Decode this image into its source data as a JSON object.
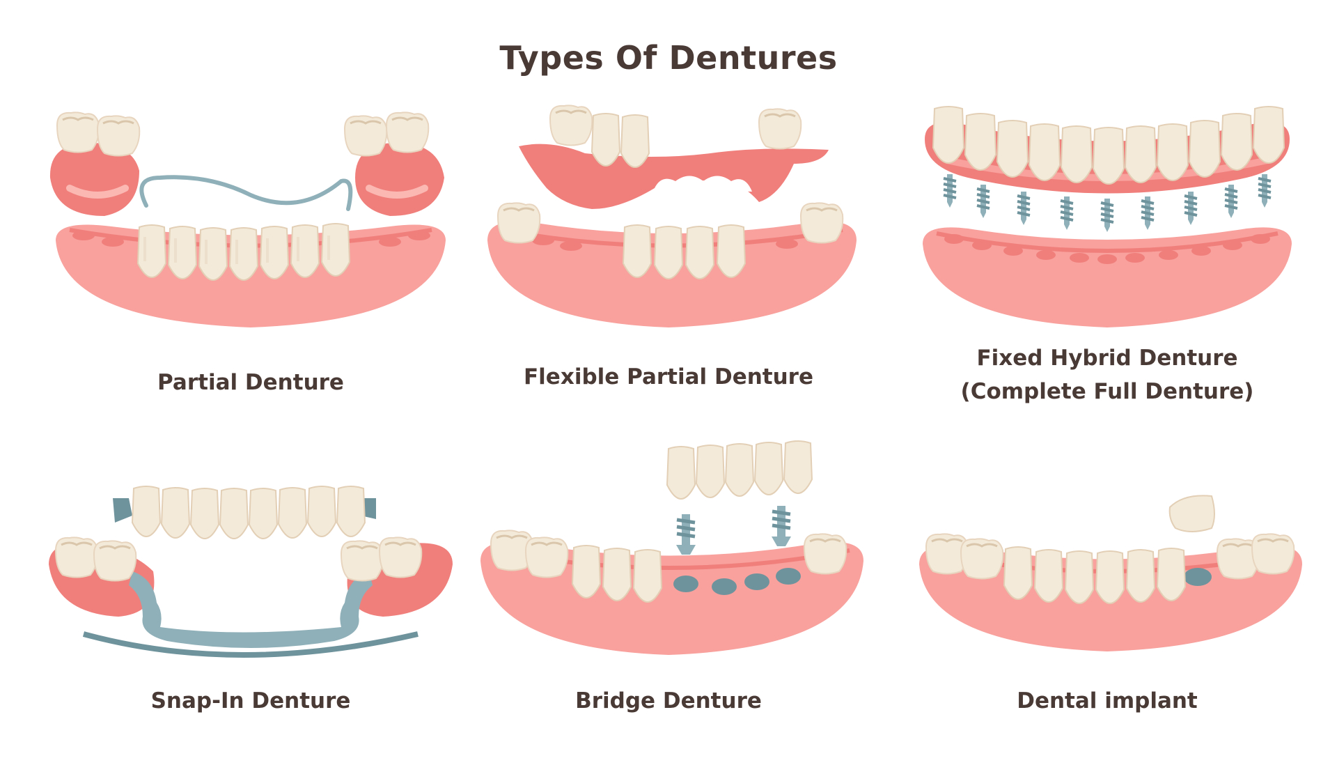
{
  "title": "Types Of  Dentures",
  "panels": [
    {
      "label": "Partial Denture"
    },
    {
      "label": "Flexible Partial Denture"
    },
    {
      "label_line1": "Fixed Hybrid Denture",
      "label_line2": "(Complete Full Denture)"
    },
    {
      "label": "Snap-In Denture"
    },
    {
      "label": "Bridge Denture"
    },
    {
      "label": "Dental implant"
    }
  ],
  "colors": {
    "gum": "#f8a19d",
    "gum_dark": "#f07f7c",
    "gum_light": "#fbb8b3",
    "tooth": "#f4ead9",
    "tooth_shade": "#e8d5bf",
    "tooth_line": "#d9c6ab",
    "metal": "#8fb0b8",
    "metal_dark": "#6f939c",
    "text": "#4a3a36"
  }
}
